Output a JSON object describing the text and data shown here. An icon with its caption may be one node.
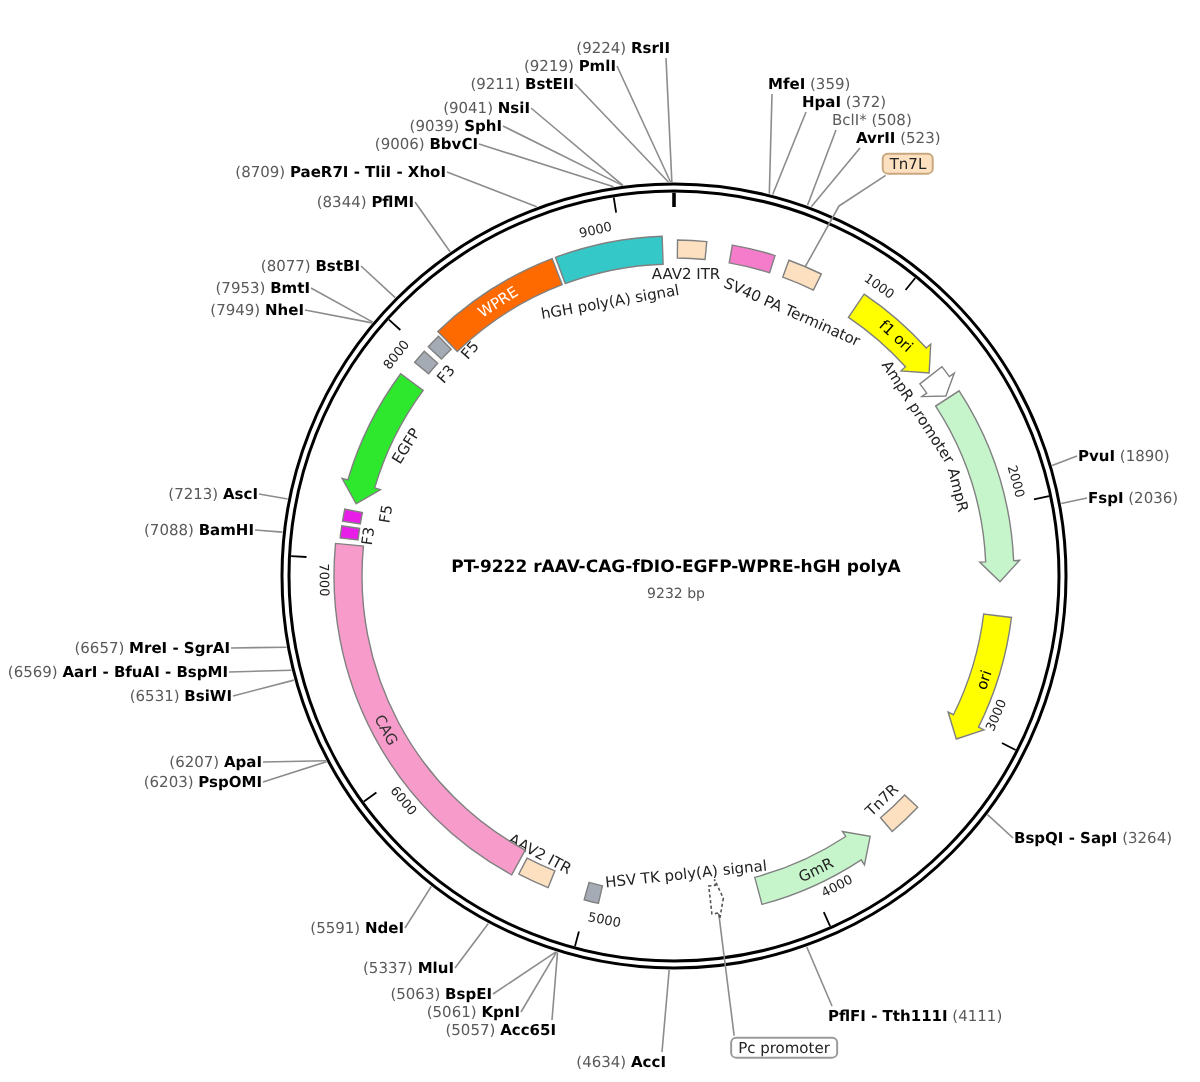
{
  "diagram": {
    "title": "PT-9222 rAAV-CAG-fDIO-EGFP-WPRE-hGH polyA",
    "nodes": [
      {
        "text": [],
        "shape": "box",
        "beside": [
          "AAV2 ITR"
        ]
      },
      {
        "text": [],
        "shape": "box",
        "beside": [
          "SV40 PA Terminator"
        ]
      },
      {
        "text": [],
        "shape": "box"
      },
      {
        "text": [
          "f1 ori"
        ]
      },
      {
        "text": [],
        "shape": "arrow",
        "beside": [
          "AmpR promoter"
        ]
      },
      {
        "text": [],
        "shape": "arrow",
        "beside": [
          "AmpR"
        ]
      },
      {
        "text": [
          "ori"
        ]
      },
      {
        "text": [],
        "shape": "box",
        "beside": [
          "Tn7R"
        ]
      },
      {
        "text": [
          "GmR"
        ]
      },
      {
        "text": [],
        "shape": "arrow"
      },
      {
        "text": [],
        "shape": "box",
        "beside": [
          "HSV TK poly(A) signal"
        ]
      },
      {
        "text": [],
        "shape": "box",
        "beside": [
          "AAV2 ITR"
        ]
      },
      {
        "text": [
          "CAG"
        ]
      },
      {
        "text": [
          "F3"
        ]
      },
      {
        "text": [
          "F5"
        ]
      },
      {
        "text": [],
        "shape": "arrow",
        "beside": [
          "EGFP"
        ]
      },
      {
        "text": [
          "F3"
        ]
      },
      {
        "text": [
          "F5"
        ]
      },
      {
        "text": [
          "WPRE"
        ]
      },
      {
        "text": [],
        "shape": "bar",
        "beside": [
          "hGH poly(A) signal"
        ]
      },
      {
        "text": [
          "Tn7L"
        ]
      },
      {
        "text": [
          "Pc promoter"
        ]
      },
      {
        "text": [
          "**MfeI** (359)"
        ]
      },
      {
        "text": [
          "**HpaI** (372)"
        ]
      },
      {
        "text": [
          "BclI* (508)"
        ]
      },
      {
        "text": [
          "**AvrII** (523)"
        ]
      },
      {
        "text": [
          "**PvuI** (1890)"
        ]
      },
      {
        "text": [
          "**FspI** (2036)"
        ]
      },
      {
        "text": [
          "**BspQI - SapI** (3264)"
        ]
      },
      {
        "text": [
          "**PflFI - Tth111I** (4111)"
        ]
      },
      {
        "text": [
          "(4634) **AccI**"
        ]
      },
      {
        "text": [
          "(5057) **Acc65I**"
        ]
      },
      {
        "text": [
          "(5061) **KpnI**"
        ]
      },
      {
        "text": [
          "(5063) **BspEI**"
        ]
      },
      {
        "text": [
          "(5337) **MluI**"
        ]
      },
      {
        "text": [
          "(5591) **NdeI**"
        ]
      },
      {
        "text": [
          "(6203) **PspOMI**"
        ]
      },
      {
        "text": [
          "(6207) **ApaI**"
        ]
      },
      {
        "text": [
          "(6531) **BsiWI**"
        ]
      },
      {
        "text": [
          "(6569) **AarI - BfuAI - BspMI**"
        ]
      },
      {
        "text": [
          "(6657) **MreI - SgrAI**"
        ]
      },
      {
        "text": [
          "(7088) **BamHI**"
        ]
      },
      {
        "text": [
          "(7213) **AscI**"
        ]
      },
      {
        "text": [
          "(7949) **NheI**"
        ]
      },
      {
        "text": [
          "(7953) **BmtI**"
        ]
      },
      {
        "text": [
          "(8077) **BstBI**"
        ]
      },
      {
        "text": [
          "(8344) **PflMI**"
        ]
      },
      {
        "text": [
          "(8709) **PaeR7I - TliI - XhoI**"
        ]
      },
      {
        "text": [
          "(9006) **BbvCI**"
        ]
      },
      {
        "text": [
          "(9039) **SphI**"
        ]
      },
      {
        "text": [
          "(9041) **NsiI**"
        ]
      },
      {
        "text": [
          "(9211) **BstEII**"
        ]
      },
      {
        "text": [
          "(9219) **PmlI**"
        ]
      },
      {
        "text": [
          "(9224) **RsrII**"
        ]
      }
    ],
    "edges": [
      {
        "from": 20,
        "to": 2,
        "arrow": "none"
      },
      {
        "from": 21,
        "to": 9,
        "arrow": "none"
      },
      {
        "from": 22,
        "to": null,
        "arrow": "none"
      },
      {
        "from": 23,
        "to": null,
        "arrow": "none"
      },
      {
        "from": 24,
        "to": null,
        "arrow": "none"
      },
      {
        "from": 25,
        "to": null,
        "arrow": "none"
      },
      {
        "from": 26,
        "to": null,
        "arrow": "none"
      },
      {
        "from": 27,
        "to": null,
        "arrow": "none"
      },
      {
        "from": 28,
        "to": null,
        "arrow": "none"
      },
      {
        "from": 29,
        "to": null,
        "arrow": "none"
      },
      {
        "from": 30,
        "to": null,
        "arrow": "none"
      },
      {
        "from": 31,
        "to": null,
        "arrow": "none"
      },
      {
        "from": 32,
        "to": null,
        "arrow": "none"
      },
      {
        "from": 33,
        "to": null,
        "arrow": "none"
      },
      {
        "from": 34,
        "to": null,
        "arrow": "none"
      },
      {
        "from": 35,
        "to": null,
        "arrow": "none"
      },
      {
        "from": 36,
        "to": null,
        "arrow": "none"
      },
      {
        "from": 37,
        "to": null,
        "arrow": "none"
      },
      {
        "from": 38,
        "to": null,
        "arrow": "none"
      },
      {
        "from": 39,
        "to": null,
        "arrow": "none"
      },
      {
        "from": 40,
        "to": null,
        "arrow": "none"
      },
      {
        "from": 41,
        "to": null,
        "arrow": "none"
      },
      {
        "from": 42,
        "to": null,
        "arrow": "none"
      },
      {
        "from": 43,
        "to": null,
        "arrow": "none"
      },
      {
        "from": 44,
        "to": null,
        "arrow": "none"
      },
      {
        "from": 45,
        "to": null,
        "arrow": "none"
      },
      {
        "from": 46,
        "to": null,
        "arrow": "none"
      },
      {
        "from": 47,
        "to": null,
        "arrow": "none"
      },
      {
        "from": 48,
        "to": null,
        "arrow": "none"
      },
      {
        "from": 49,
        "to": null,
        "arrow": "none"
      },
      {
        "from": 50,
        "to": null,
        "arrow": "none"
      },
      {
        "from": 51,
        "to": null,
        "arrow": "none"
      },
      {
        "from": 52,
        "to": null,
        "arrow": "none"
      },
      {
        "from": 53,
        "to": null,
        "arrow": "none"
      }
    ],
    "labels": [
      "9232 bp",
      "1000",
      "2000",
      "3000",
      "4000",
      "5000",
      "6000",
      "7000",
      "8000",
      "9000"
    ]
  }
}
